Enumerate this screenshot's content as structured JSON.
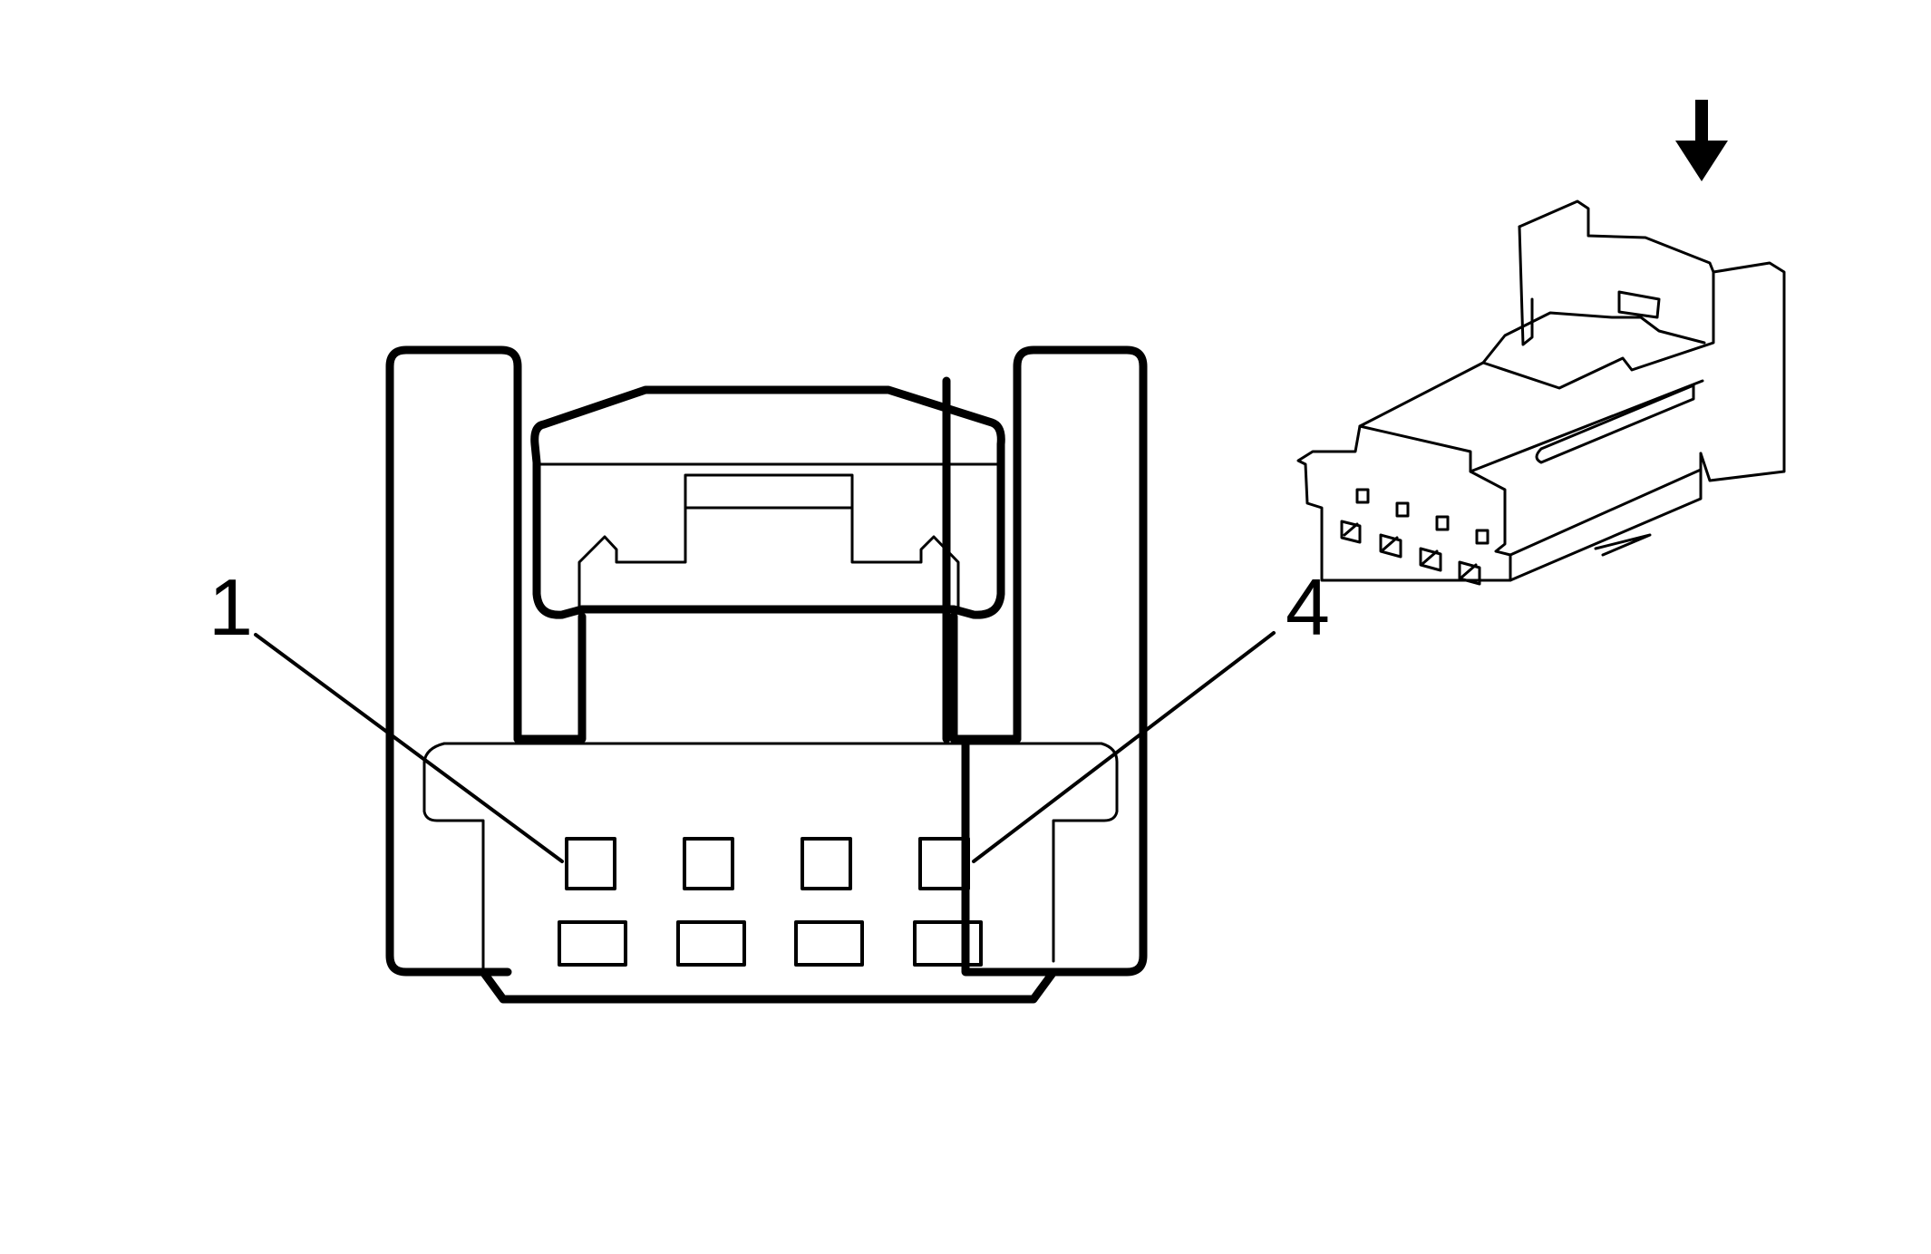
{
  "diagram": {
    "type": "connector-face-view",
    "pin_count": 4,
    "callouts": [
      {
        "id": "pin-1",
        "label": "1"
      },
      {
        "id": "pin-4",
        "label": "4"
      }
    ],
    "view_direction_indicator": "down-arrow-icon",
    "colors": {
      "line": "#000000",
      "background": "#ffffff"
    }
  }
}
